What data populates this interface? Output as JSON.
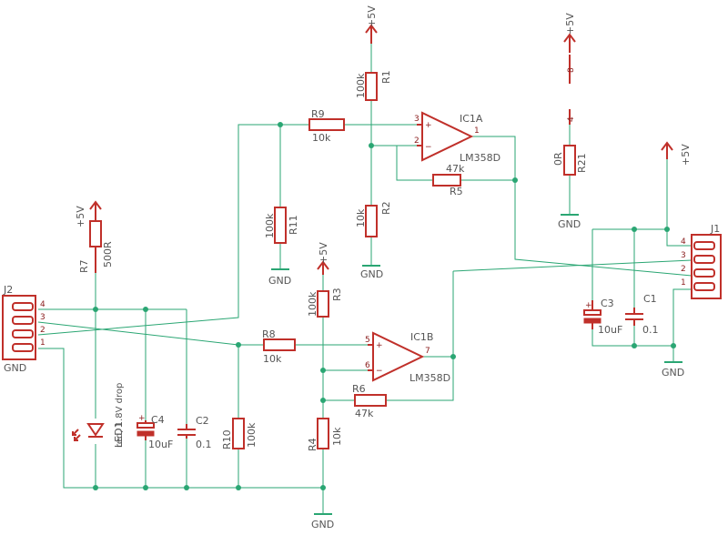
{
  "labels": {
    "r1_ref": "R1",
    "r1_val": "100k",
    "r2_ref": "R2",
    "r2_val": "10k",
    "r3_ref": "R3",
    "r3_val": "100k",
    "r4_ref": "R4",
    "r4_val": "10k",
    "r5_ref": "R5",
    "r5_val": "47k",
    "r6_ref": "R6",
    "r6_val": "47k",
    "r7_ref": "R7",
    "r7_val": "500R",
    "r8_ref": "R8",
    "r8_val": "10k",
    "r9_ref": "R9",
    "r9_val": "10k",
    "r10_ref": "R10",
    "r10_val": "100k",
    "r11_ref": "R11",
    "r11_val": "100k",
    "r21_ref": "R21",
    "r21_val": "0R",
    "c1_ref": "C1",
    "c1_val": "0.1",
    "c2_ref": "C2",
    "c2_val": "0.1",
    "c3_ref": "C3",
    "c3_val": "10uF",
    "c4_ref": "C4",
    "c4_val": "10uF",
    "ic1a_ref": "IC1A",
    "ic1a_val": "LM358D",
    "ic1b_ref": "IC1B",
    "ic1b_val": "LM358D",
    "led_ref": "LED1",
    "led_note": "red, 1.8V drop",
    "j1_ref": "J1",
    "j2_ref": "J2",
    "vcc": "+5V",
    "gnd": "GND",
    "pin_plus": "+",
    "pin_minus": "−",
    "pin_1": "1",
    "pin_2": "2",
    "pin_3": "3",
    "pin_4": "4",
    "pin_5": "5",
    "pin_6": "6",
    "pin_7": "7",
    "pin_8": "8"
  },
  "colors": {
    "wire": "#2aa673",
    "part": "#c0302a",
    "text": "#555555"
  }
}
